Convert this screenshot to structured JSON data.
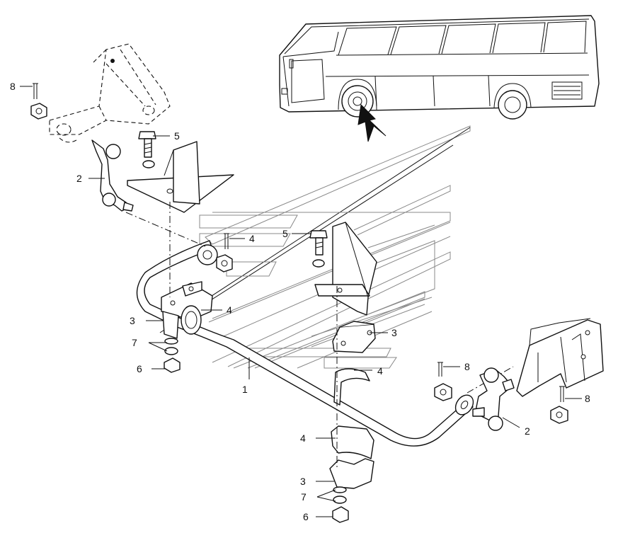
{
  "diagram": {
    "labels": {
      "bar": "1",
      "link_rod": "2",
      "clamp": "3",
      "bushing": "4",
      "bolt": "5",
      "nut": "6",
      "washer": "7",
      "cotter_pin": "8"
    }
  }
}
